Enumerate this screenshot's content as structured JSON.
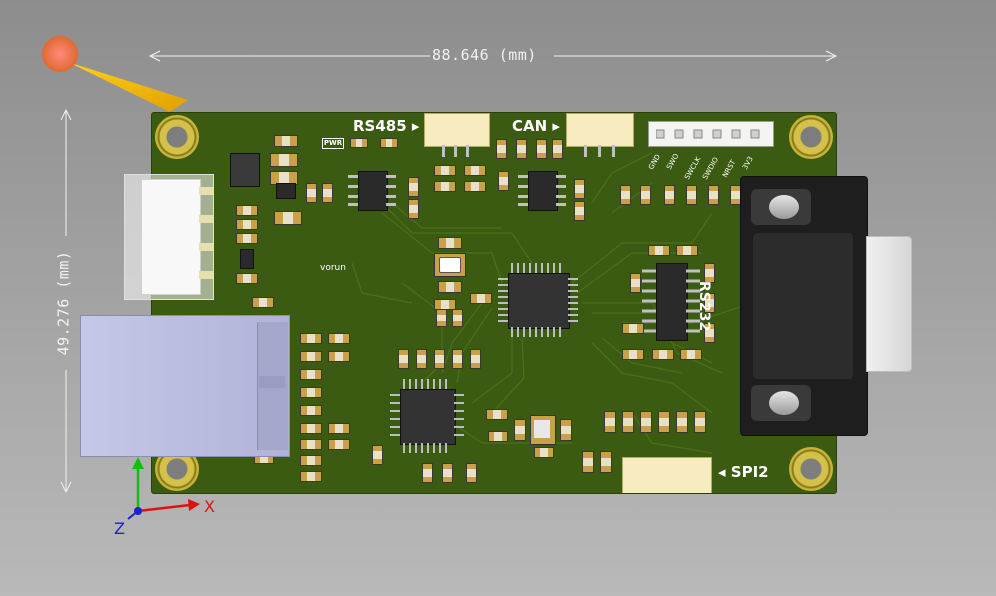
{
  "dimensions": {
    "width_label": "88.646 (mm)",
    "height_label": "49.276 (mm)"
  },
  "silkscreen": {
    "rs485": "RS485",
    "can": "CAN",
    "rs232": "RS232",
    "spi2": "SPI2",
    "pwr": "PWR",
    "brand": "vorun",
    "pins": [
      "GND",
      "SWO",
      "SWCLK",
      "SWDIO",
      "NRST",
      "3V3"
    ]
  },
  "axes": {
    "x": "X",
    "z": "Z"
  },
  "colors": {
    "board": "#3b5a12",
    "axis_x": "#e01010",
    "axis_y": "#10c010",
    "axis_z": "#2020d0"
  }
}
